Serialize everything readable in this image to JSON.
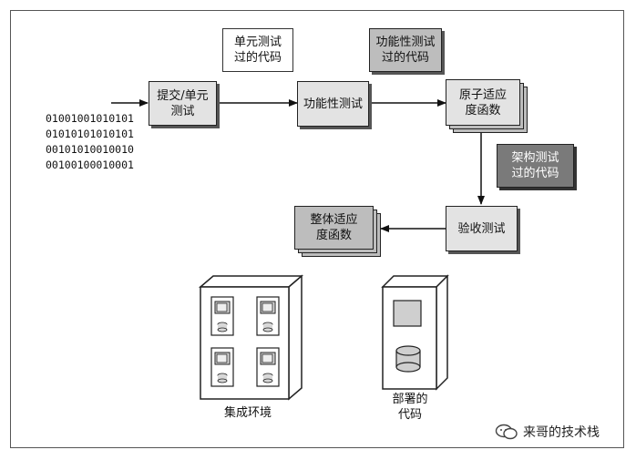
{
  "binary": [
    "01001001010101",
    "01010101010101",
    "00101010010010",
    "00100100010001"
  ],
  "nodes": {
    "commit_unit": "提交/单元\n测试",
    "functional": "功能性测试",
    "atomic": "原子适应\n度函数",
    "acceptance": "验收测试",
    "holistic": "整体适应\n度函数"
  },
  "notes": {
    "unit_passed": "单元测试\n过的代码",
    "functional_passed": "功能性测试\n过的代码",
    "arch_passed": "架构测试\n过的代码"
  },
  "captions": {
    "integration_env": "集成环境",
    "deployed_code": "部署的\n代码"
  },
  "watermark": "来哥的技术栈",
  "colors": {
    "light_box": "#e3e3e3",
    "mid_box": "#bdbdbd",
    "dark_box": "#7a7a7a",
    "outline": "#222222"
  }
}
